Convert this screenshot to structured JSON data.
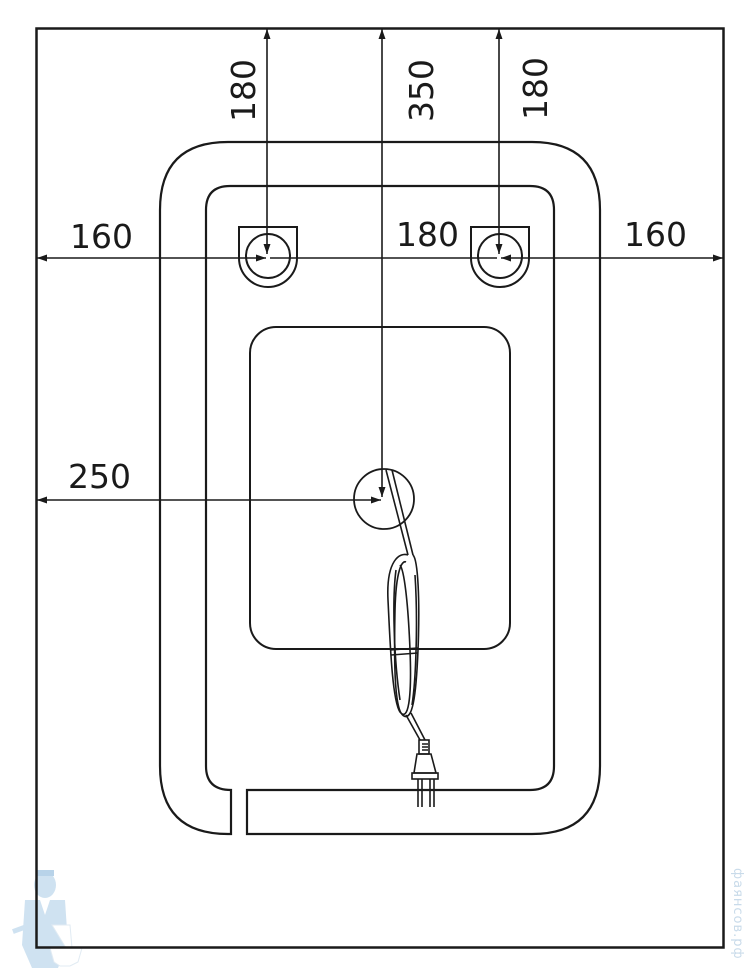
{
  "drawing": {
    "subject": "LED mirror rear view mounting diagram",
    "units": "mm",
    "colors": {
      "line": "#1a1a1a",
      "background": "#ffffff",
      "watermark": "#c9dbea"
    },
    "dimensions": {
      "left_margin_to_hole": "160",
      "hole_spacing": "180",
      "right_margin_to_hole": "160",
      "left_hole_from_top": "180",
      "right_hole_from_top": "180",
      "cable_outlet_from_top": "350",
      "cable_outlet_from_left": "250"
    },
    "elements": {
      "mounting_holes": [
        "left-keyhole-bracket",
        "right-keyhole-bracket"
      ],
      "cable": "coiled-power-cord",
      "plug": "euro-plug"
    }
  },
  "watermark": {
    "icon": "plumber-with-toilet-icon",
    "text": "фаянсов.рф"
  }
}
